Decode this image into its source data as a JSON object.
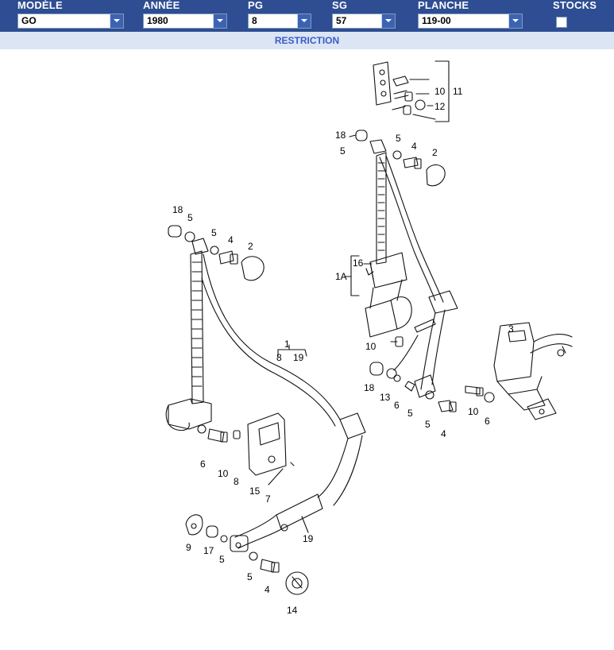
{
  "header": {
    "fields": [
      {
        "label": "MODÈLE",
        "value": "GO"
      },
      {
        "label": "ANNÉE",
        "value": "1980"
      },
      {
        "label": "PG",
        "value": "8"
      },
      {
        "label": "SG",
        "value": "57"
      },
      {
        "label": "PLANCHE",
        "value": "119-00"
      }
    ],
    "stocks_label": "STOCKS"
  },
  "restriction": {
    "label": "RESTRICTION"
  },
  "diagram": {
    "callouts": [
      "11",
      "10",
      "12",
      "18",
      "5",
      "5",
      "4",
      "2",
      "16",
      "1A",
      "10",
      "18",
      "13",
      "6",
      "5",
      "5",
      "4",
      "3",
      "10",
      "6",
      "18",
      "5",
      "5",
      "4",
      "2",
      "1",
      "8",
      "19",
      "6",
      "10",
      "8",
      "15",
      "7",
      "9",
      "17",
      "5",
      "19",
      "5",
      "4",
      "14"
    ]
  }
}
